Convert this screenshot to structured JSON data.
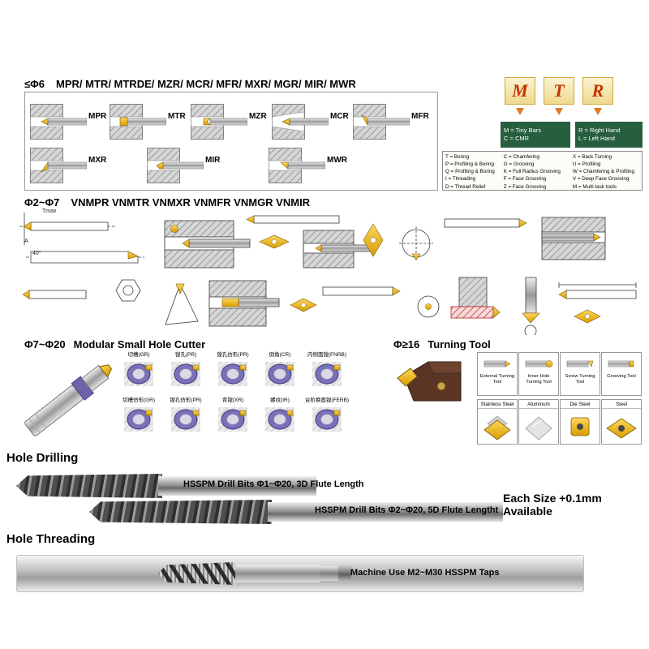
{
  "colors": {
    "gold": "#e0a800",
    "purple": "#6c63a8",
    "legend_green": "#275e3e",
    "letter_red": "#c83200"
  },
  "sec_small": {
    "size": "≤Φ6",
    "models": "MPR/ MTR/ MTRDE/ MZR/ MCR/ MFR/ MXR/ MGR/ MIR/ MWR",
    "row1": [
      "MPR",
      "MTR",
      "MZR",
      "MCR",
      "MFR"
    ],
    "row2": [
      "MXR",
      "MIR",
      "MWR"
    ],
    "letters": [
      "M",
      "T",
      "R"
    ],
    "legend_m": [
      "M = Tiny Bars",
      "C = CMR"
    ],
    "legend_r": [
      "R = Right Hand",
      "L = Left Hand"
    ],
    "legend_cols": [
      [
        "T = Boring",
        "P = Profiling & Boring",
        "Q = Profiling & Boring",
        "I = Threading",
        "D = Thread Relief"
      ],
      [
        "C = Chamfering",
        "G = Grooving",
        "K = Full Radius Grooving",
        "F = Face Grooving",
        "Z = Face Grooving"
      ],
      [
        "X = Back Turning",
        "U = Profiling",
        "W = Chamfering & Profiling",
        "V = Deep Face Grooving",
        "M = Multi task tools"
      ]
    ]
  },
  "sec_vnm": {
    "size": "Φ2~Φ7",
    "models": "VNMPR VNMTR VNMXR VNMFR VNMGR VNMIR",
    "annotations": {
      "tmax": "Tmax",
      "a": "A",
      "angle": "40°"
    }
  },
  "sec_modular": {
    "size": "Φ7~Φ20",
    "title": "Modular Small Hole Cutter",
    "heads_row1": [
      "切槽(GR)",
      "镗孔(PR)",
      "镗孔仿形(PR)",
      "倒角(CR)",
      "内侧面镗(FNRB)"
    ],
    "heads_row2": [
      "切槽仿形(GR)",
      "镗孔仿形(PR)",
      "背镗(XR)",
      "螺纹(IR)",
      "台阶换面镗(FERB)"
    ]
  },
  "sec_turning": {
    "size": "Φ≥16",
    "title": "Turning Tool",
    "types": [
      "External Turning Tool",
      "Inner Hole Turning Tool",
      "Screw Turning Tool",
      "Grooving Tool"
    ],
    "materials": [
      "Stainless Steel",
      "Aluminum",
      "Die Steel",
      "Steel"
    ]
  },
  "sec_drilling": {
    "header": "Hole Drilling",
    "drill1": "HSSPM Drill Bits Φ1~Φ20, 3D Flute Length",
    "drill2": "HSSPM Drill Bits Φ2~Φ20, 5D Flute Lengtht",
    "note": "Each Size +0.1mm Available"
  },
  "sec_threading": {
    "header": "Hole Threading",
    "label": "Machine Use M2~M30  HSSPM Taps"
  }
}
